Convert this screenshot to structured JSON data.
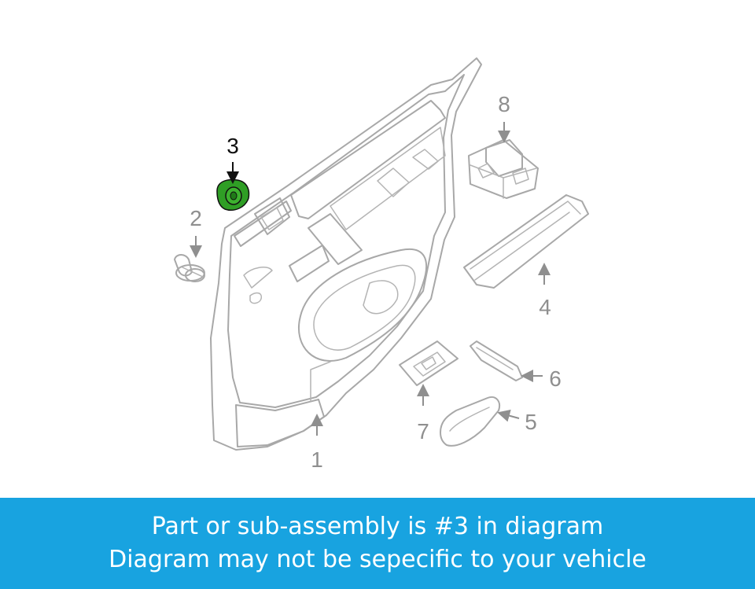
{
  "colors": {
    "banner_bg": "#18a3e0",
    "banner_text": "#ffffff",
    "line_art": "#a8a8a8",
    "callout_label": "#8f8f8f",
    "highlight_part_fill": "#2f9e25",
    "highlight_part_stroke": "#111111",
    "highlight_label": "#111111"
  },
  "diagram": {
    "highlighted_part": "3",
    "labels": {
      "p1": "1",
      "p2": "2",
      "p3": "3",
      "p4": "4",
      "p5": "5",
      "p6": "6",
      "p7": "7",
      "p8": "8"
    }
  },
  "banner": {
    "line1": "Part or sub-assembly is #3 in diagram",
    "line2": "Diagram may not be sepecific to your vehicle"
  }
}
